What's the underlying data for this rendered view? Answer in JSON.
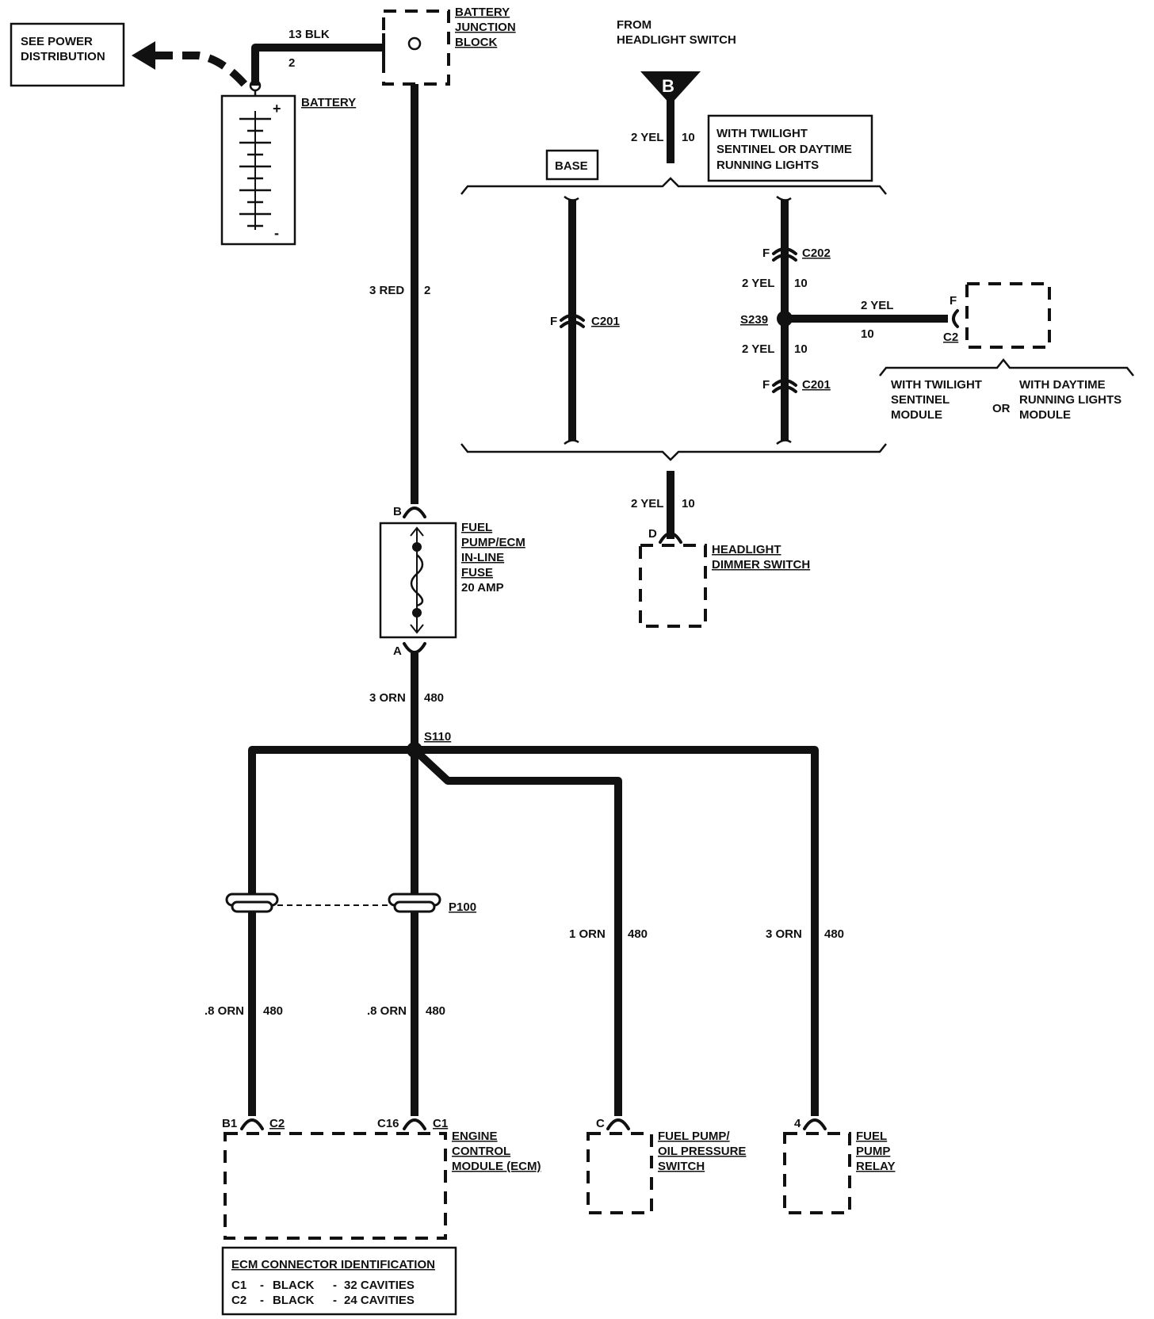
{
  "power": {
    "see_power_distribution": [
      "SEE POWER",
      "DISTRIBUTION"
    ],
    "battery": "BATTERY",
    "battery_plus": "+",
    "battery_minus": "-",
    "junction_block": [
      "BATTERY",
      "JUNCTION",
      "BLOCK"
    ],
    "blk_gauge": "13 BLK",
    "blk_circuit": "2",
    "red_gauge": "3 RED",
    "red_circuit": "2"
  },
  "fuse": {
    "label": [
      "FUEL",
      "PUMP/ECM",
      "IN-LINE",
      "FUSE",
      "20 AMP"
    ],
    "pin_b": "B",
    "pin_a": "A",
    "orn_gauge": "3 ORN",
    "orn_circuit": "480"
  },
  "headlight": {
    "from_switch": [
      "FROM",
      "HEADLIGHT SWITCH"
    ],
    "connector_b": "B",
    "yel_top_gauge": "2 YEL",
    "yel_top_circuit": "10",
    "base": "BASE",
    "twilight_box": [
      "WITH TWILIGHT",
      "SENTINEL OR DAYTIME",
      "RUNNING LIGHTS"
    ],
    "f": "F",
    "c201": "C201",
    "c202": "C202",
    "s239": "S239",
    "yel_gauge": "2 YEL",
    "yel_circuit": "10",
    "c2": "C2",
    "twilight_module": [
      "WITH TWILIGHT",
      "SENTINEL",
      "MODULE"
    ],
    "or": "OR",
    "drl_module": [
      "WITH DAYTIME",
      "RUNNING LIGHTS",
      "MODULE"
    ],
    "pin_d": "D",
    "dimmer_switch": [
      "HEADLIGHT",
      "DIMMER SWITCH"
    ]
  },
  "distribution": {
    "s110": "S110",
    "p100": "P100",
    "ecm_wire_gauge": ".8 ORN",
    "ecm_wire_circuit": "480",
    "oil_wire_gauge": "1 ORN",
    "oil_wire_circuit": "480",
    "relay_wire_gauge": "3 ORN",
    "relay_wire_circuit": "480"
  },
  "components": {
    "ecm_pin_b1": "B1",
    "ecm_conn_c2": "C2",
    "ecm_pin_c16": "C16",
    "ecm_conn_c1": "C1",
    "ecm": [
      "ENGINE",
      "CONTROL",
      "MODULE (ECM)"
    ],
    "oil_pin": "C",
    "oil_switch": [
      "FUEL PUMP/",
      "OIL PRESSURE",
      "SWITCH"
    ],
    "relay_pin": "4",
    "relay": [
      "FUEL",
      "PUMP",
      "RELAY"
    ]
  },
  "ecm_table": {
    "title": "ECM CONNECTOR IDENTIFICATION",
    "rows": [
      [
        "C1",
        "-",
        "BLACK",
        "-",
        "32 CAVITIES"
      ],
      [
        "C2",
        "-",
        "BLACK",
        "-",
        "24 CAVITIES"
      ]
    ]
  }
}
